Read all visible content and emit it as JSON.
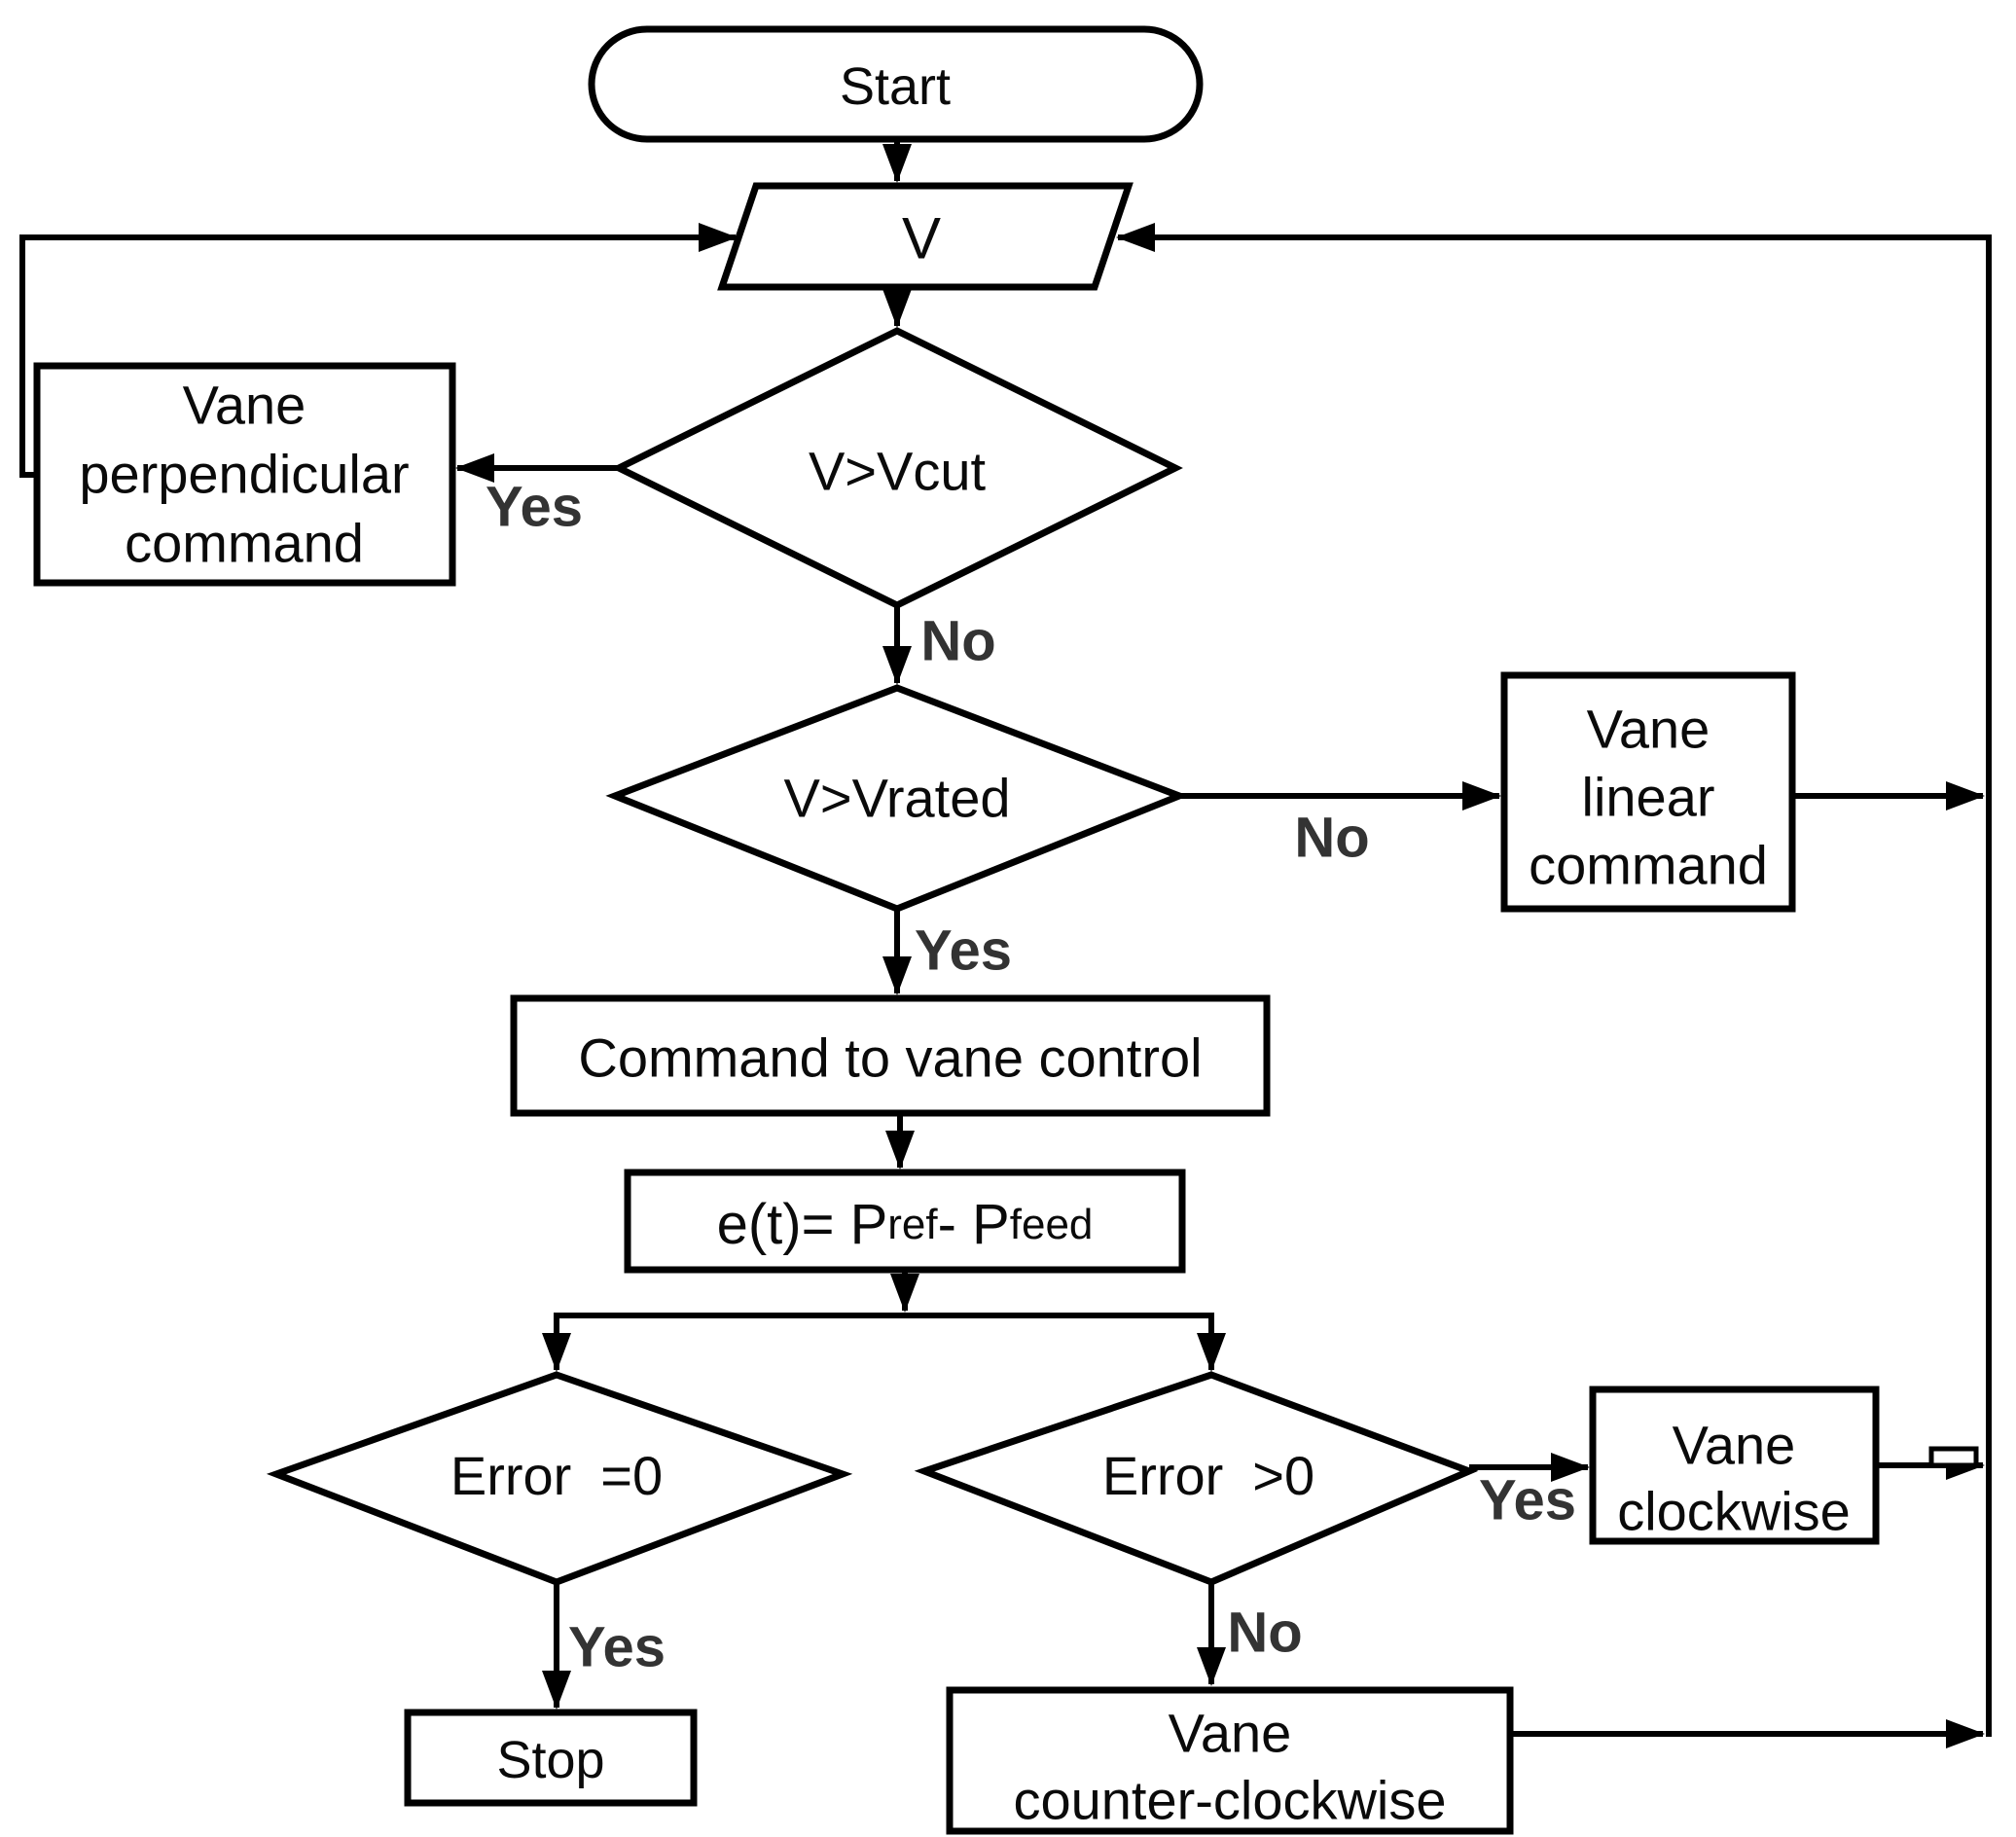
{
  "diagram": {
    "title": "Vane control flowchart",
    "colors": {
      "background": "#ffffff",
      "shape_stroke": "#000000",
      "node_text": "#0a0a0a",
      "edge_label_text": "#333333"
    },
    "nodes": {
      "start": {
        "type": "terminator",
        "label": "Start"
      },
      "wind_speed_input": {
        "type": "input-output",
        "label": "V"
      },
      "check_v_gt_vcut": {
        "type": "decision",
        "label": "V>Vcut"
      },
      "vane_perpendicular": {
        "type": "process",
        "lines": [
          "Vane",
          "perpendicular",
          "command"
        ]
      },
      "check_v_gt_vrated": {
        "type": "decision",
        "label": "V>Vrated"
      },
      "vane_linear": {
        "type": "process",
        "lines": [
          "Vane",
          "linear",
          "command"
        ]
      },
      "command_vane_control": {
        "type": "process",
        "label": "Command to vane control"
      },
      "error_equation": {
        "type": "process",
        "parts": [
          "e(t)= P",
          "ref",
          "- P",
          "feed"
        ]
      },
      "check_error_zero": {
        "type": "decision",
        "word": "Error",
        "operator": "=0"
      },
      "stop": {
        "type": "process",
        "label": "Stop"
      },
      "check_error_positive": {
        "type": "decision",
        "word": "Error",
        "operator": ">0"
      },
      "vane_clockwise": {
        "type": "process",
        "lines": [
          "Vane",
          "clockwise"
        ]
      },
      "vane_counter_clockwise": {
        "type": "process",
        "lines": [
          "Vane",
          "counter-clockwise"
        ]
      }
    },
    "edge_labels": {
      "vcut_yes": "Yes",
      "vcut_no": "No",
      "vrated_no": "No",
      "vrated_yes": "Yes",
      "error_zero_yes": "Yes",
      "error_positive_yes": "Yes",
      "error_positive_no": "No"
    }
  }
}
